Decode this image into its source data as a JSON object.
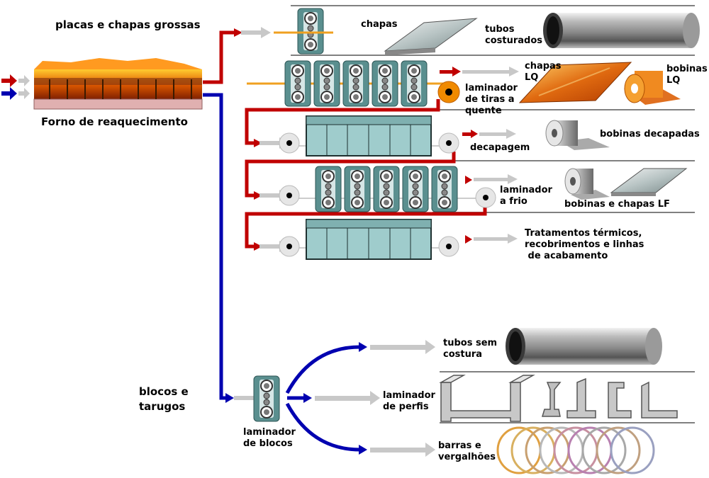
{
  "labels": {
    "plates": "placas e chapas grossas",
    "furnace": "Forno de reaquecimento",
    "blooms_1": "blocos e",
    "blooms_2": "tarugos",
    "plates_out": "chapas",
    "welded_1": "tubos",
    "welded_2": "costurados",
    "hsm_1": "laminador",
    "hsm_2": "de tiras a",
    "hsm_3": "quente",
    "lq_sheet_1": "chapas",
    "lq_sheet_2": "LQ",
    "lq_coil_1": "bobinas",
    "lq_coil_2": "LQ",
    "pickling": "decapagem",
    "pickled_coils": "bobinas decapadas",
    "cold_1": "laminador",
    "cold_2": "a frio",
    "cold_products": "bobinas e chapas LF",
    "finish_1": "Tratamentos térmicos,",
    "finish_2": "recobrimentos e linhas",
    "finish_3": " de acabamento",
    "bloom_mill_1": "laminador",
    "bloom_mill_2": "de blocos",
    "seamless_1": "tubos sem",
    "seamless_2": "costura",
    "section_1": "laminador",
    "section_2": "de perfis",
    "bars_1": "barras e",
    "bars_2": "vergalhões"
  },
  "colors": {
    "red_flow": "#c00000",
    "blue_flow": "#0000b0",
    "gray_arrow": "#c8c8c8",
    "stand": "#5a8f8f",
    "tank": "#9fcccc",
    "separator": "#808080"
  }
}
